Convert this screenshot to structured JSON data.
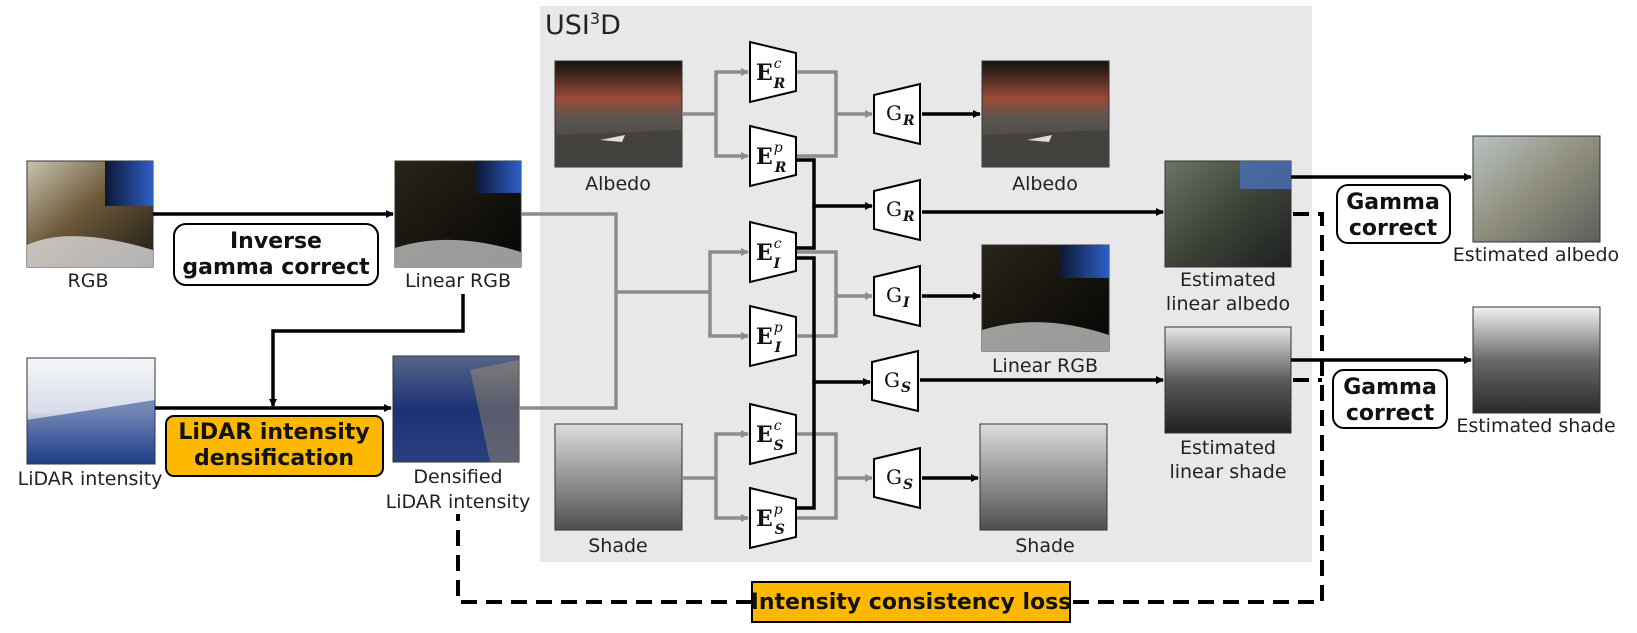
{
  "module": {
    "title": "USI",
    "title_sup": "3",
    "title_end": "D"
  },
  "labels": {
    "rgb": "RGB",
    "linear_rgb_in": "Linear RGB",
    "lidar": "LiDAR intensity",
    "densified_1": "Densified",
    "densified_2": "LiDAR intensity",
    "albedo_in": "Albedo",
    "shade_in": "Shade",
    "albedo_out": "Albedo",
    "linear_rgb_out": "Linear RGB",
    "shade_out": "Shade",
    "est_lin_albedo_1": "Estimated",
    "est_lin_albedo_2": "linear albedo",
    "est_lin_shade_1": "Estimated",
    "est_lin_shade_2": "linear shade",
    "est_albedo": "Estimated albedo",
    "est_shade": "Estimated shade"
  },
  "boxes": {
    "inverse_gamma_1": "Inverse",
    "inverse_gamma_2": "gamma correct",
    "densification_1": "LiDAR intensity",
    "densification_2": "densification",
    "gamma_1_a": "Gamma",
    "gamma_1_b": "correct",
    "gamma_2_a": "Gamma",
    "gamma_2_b": "correct",
    "loss": "Intensity consistency loss"
  },
  "encoders": [
    {
      "base": "E",
      "sup": "c",
      "sub": "R"
    },
    {
      "base": "E",
      "sup": "p",
      "sub": "R"
    },
    {
      "base": "E",
      "sup": "c",
      "sub": "I"
    },
    {
      "base": "E",
      "sup": "p",
      "sub": "I"
    },
    {
      "base": "E",
      "sup": "c",
      "sub": "S"
    },
    {
      "base": "E",
      "sup": "p",
      "sub": "S"
    }
  ],
  "generators": [
    {
      "base": "G",
      "sub": "R"
    },
    {
      "base": "G",
      "sub": "R"
    },
    {
      "base": "G",
      "sub": "I"
    },
    {
      "base": "G",
      "sub": "S"
    },
    {
      "base": "G",
      "sub": "S"
    }
  ],
  "colors": {
    "accent": "#FFB800",
    "panel": "#E8E8E8",
    "gray_arrow": "#8C8C8C",
    "black_arrow": "#000000"
  }
}
